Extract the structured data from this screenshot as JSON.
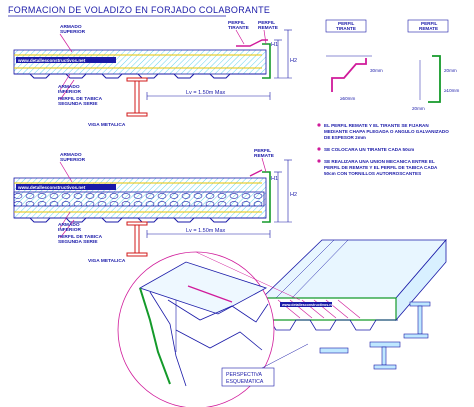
{
  "sheet": {
    "title": "FORMACION DE VOLADIZO EN FORJADO COLABORANTE",
    "website": "www.detallesconstructivos.net",
    "colors": {
      "line": "#1a1aa8",
      "cyan": "#00c0e8",
      "magenta": "#d01a9a",
      "green": "#149a2a",
      "red": "#d01818",
      "yellow": "#e8c400"
    }
  },
  "detail1": {
    "armado_superior": [
      "ARMADO",
      "SUPERIOR"
    ],
    "armado_inferior": [
      "ARMADO",
      "INFERIOR"
    ],
    "perfil_tabica": [
      "PERFIL DE TABICA",
      "SEGUNDA SERIE"
    ],
    "perfil_remate": [
      "PERFIL",
      "REMATE"
    ],
    "perfil_tirante": [
      "PERFIL",
      "TIRANTE"
    ],
    "viga": "VIGA METALICA",
    "h1": "H1",
    "h2": "H2",
    "length": "Lv = 1.50m Max"
  },
  "detail2": {
    "armado_superior": [
      "ARMADO",
      "SUPERIOR"
    ],
    "armado_inferior": [
      "ARMADO",
      "INFERIOR"
    ],
    "perfil_tabica": [
      "PERFIL DE TABICA",
      "SEGUNDA SERIE"
    ],
    "perfil_remate": [
      "PERFIL",
      "REMATE"
    ],
    "viga": "VIGA METALICA",
    "h1": "H1",
    "h2": "H2",
    "length": "Lv = 1.50m Max"
  },
  "profiles": {
    "tirante_label": [
      "PERFIL",
      "TIRANTE"
    ],
    "remate_label": [
      "PERFIL",
      "REMATE"
    ],
    "dim_a": "30mm",
    "dim_b": "≥50mm",
    "dim_c": "20mm",
    "dim_d": "≥10mm",
    "dim_e": "20mm"
  },
  "notes": [
    "EL PERFIL REMATE Y EL TIRANTE SE FIJARAN MEDIANTE CHAPA PLEGADA O ANGULO GALVANIZADO DE ESPESOR 2mm",
    "SE COLOCARA UN TIRANTE CADA 50cm",
    "SE REALIZARA UNA UNION MECANICA ENTRE EL PERFIL DE REMATE Y EL PERFIL DE TABICA CADA 50cm CON TORNILLOS AUTORROSCANTES"
  ],
  "perspective": {
    "label": [
      "PERSPECTIVA",
      "ESQUEMATICA"
    ]
  }
}
